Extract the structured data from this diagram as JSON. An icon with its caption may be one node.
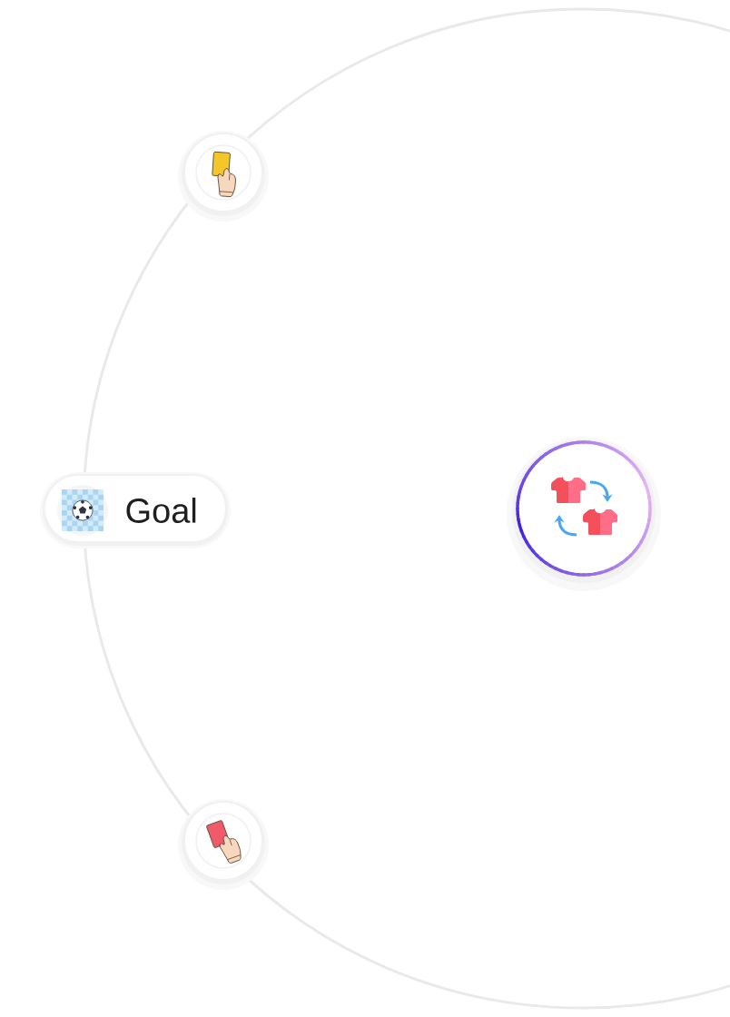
{
  "diagram": {
    "nodes": [
      {
        "text": [],
        "shape": "circle"
      },
      {
        "text": [
          "Goal"
        ]
      },
      {
        "text": [],
        "shape": "circle"
      },
      {
        "text": [],
        "shape": "circle"
      }
    ]
  }
}
